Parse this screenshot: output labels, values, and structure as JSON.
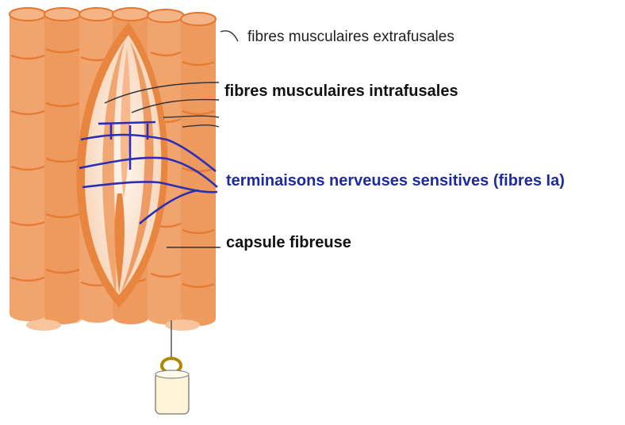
{
  "colors": {
    "muscle_fill": "#F2A46E",
    "muscle_light": "#F8C49C",
    "muscle_stripe": "#E4762E",
    "capsule": "#E88640",
    "spindle_interior": "#FBE8DA",
    "nerve": "#2B2FB5",
    "label_dark": "#111111",
    "label_nerve": "#1E2A9E",
    "weight_ring": "#B08A00"
  },
  "labels": {
    "extrafusal": "fibres musculaires extrafusales",
    "intrafusal": "fibres musculaires intrafusales",
    "sensory_endings": "terminaisons nerveuses sensitives (fibres Ia)",
    "capsule": "capsule fibreuse"
  },
  "icons": {
    "muscle_bundle": "muscle-bundle-illustration",
    "spindle": "neuromuscular-spindle-illustration",
    "weight": "hanging-weight-icon"
  }
}
